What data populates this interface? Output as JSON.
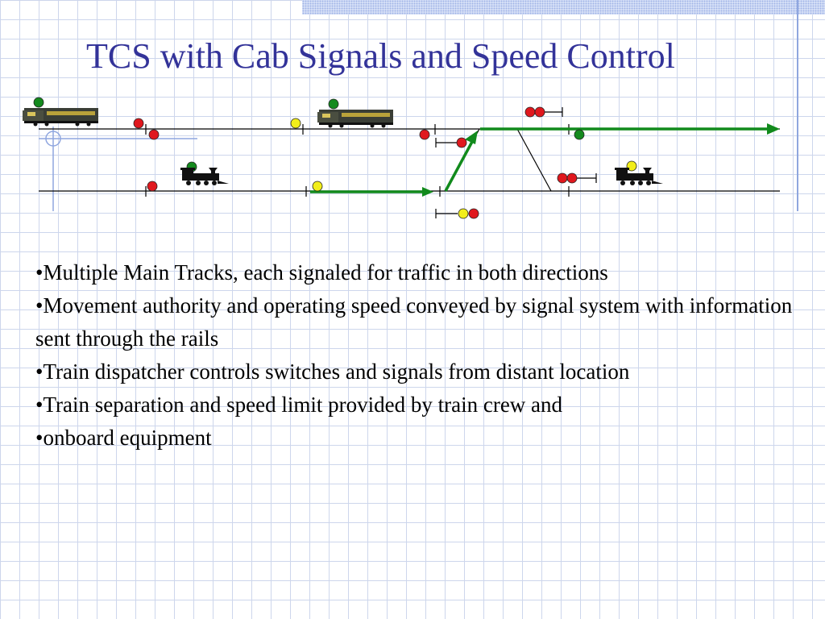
{
  "slide": {
    "title": "TCS with Cab Signals and Speed Control",
    "bullets": [
      "•Multiple  Main Tracks, each signaled for traffic in both directions",
      "•Movement authority and operating speed conveyed by signal system with information sent through the rails",
      "•Train dispatcher controls switches and signals from distant location",
      "•Train separation and speed limit provided by train crew and",
      "•onboard equipment"
    ]
  },
  "colors": {
    "title": "#333399",
    "route": "#118a1c",
    "signal_red": "#e0181e",
    "signal_yellow": "#f2ee1a",
    "signal_green": "#148a1e",
    "track": "#000000"
  },
  "icons": [
    "diesel-locomotive-icon",
    "steam-locomotive-icon"
  ]
}
